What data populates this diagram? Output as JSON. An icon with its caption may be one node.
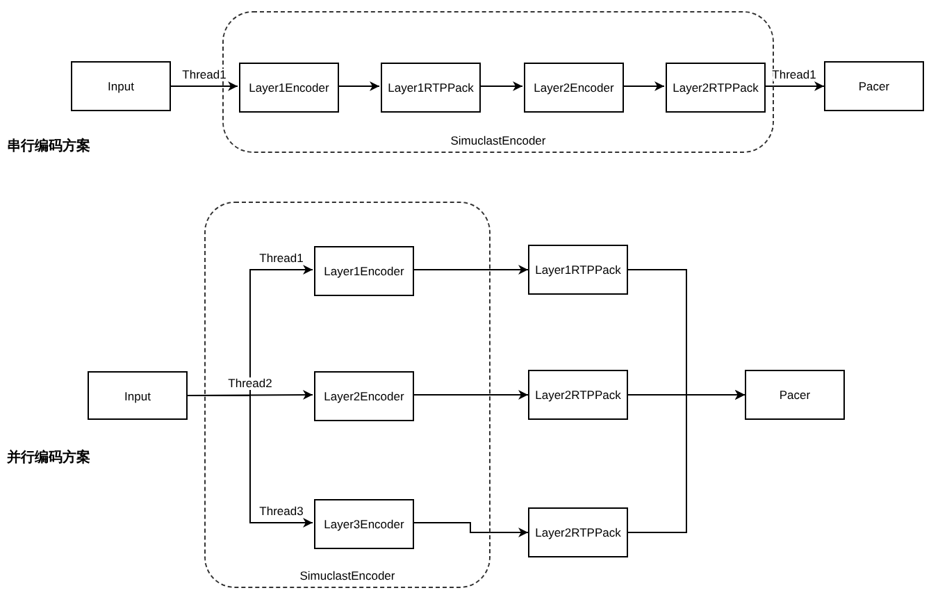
{
  "diagram": {
    "nodes": [
      {
        "text": [
          "SimuclastEncoder"
        ]
      },
      {
        "text": [
          "Input"
        ]
      },
      {
        "text": [
          "Layer1Encoder"
        ],
        "in": 0
      },
      {
        "text": [
          "Layer1RTPPack"
        ],
        "in": 0
      },
      {
        "text": [
          "Layer2Encoder"
        ],
        "in": 0
      },
      {
        "text": [
          "Layer2RTPPack"
        ],
        "in": 0
      },
      {
        "text": [
          "Pacer"
        ]
      },
      {
        "text": [
          "SimuclastEncoder"
        ]
      },
      {
        "text": [
          "Input"
        ]
      },
      {
        "text": [
          "Layer1Encoder"
        ],
        "in": 7
      },
      {
        "text": [
          "Layer2Encoder"
        ],
        "in": 7
      },
      {
        "text": [
          "Layer3Encoder"
        ],
        "in": 7
      },
      {
        "text": [
          "Layer1RTPPack"
        ]
      },
      {
        "text": [
          "Layer2RTPPack"
        ]
      },
      {
        "text": [
          "Layer2RTPPack"
        ]
      },
      {
        "text": [
          "Pacer"
        ]
      }
    ],
    "edges": [
      {
        "from": 1,
        "to": 2,
        "arrow": "to",
        "label": "Thread1"
      },
      {
        "from": 2,
        "to": 3,
        "arrow": "to"
      },
      {
        "from": 3,
        "to": 4,
        "arrow": "to"
      },
      {
        "from": 4,
        "to": 5,
        "arrow": "to"
      },
      {
        "from": 5,
        "to": 6,
        "arrow": "to",
        "label": "Thread1"
      },
      {
        "from": 8,
        "to": 9,
        "arrow": "to",
        "label": "Thread1"
      },
      {
        "from": 8,
        "to": 10,
        "arrow": "to",
        "label": "Thread2"
      },
      {
        "from": 8,
        "to": 11,
        "arrow": "to",
        "label": "Thread3"
      },
      {
        "from": 9,
        "to": 12,
        "arrow": "to"
      },
      {
        "from": 10,
        "to": 13,
        "arrow": "to"
      },
      {
        "from": 11,
        "to": 14,
        "arrow": "to"
      },
      {
        "from": 12,
        "to": 15,
        "arrow": "to"
      },
      {
        "from": 13,
        "to": 15,
        "arrow": "to"
      },
      {
        "from": 14,
        "to": 15,
        "arrow": "to"
      }
    ],
    "labels": [
      "串行编码方案",
      "并行编码方案"
    ]
  }
}
